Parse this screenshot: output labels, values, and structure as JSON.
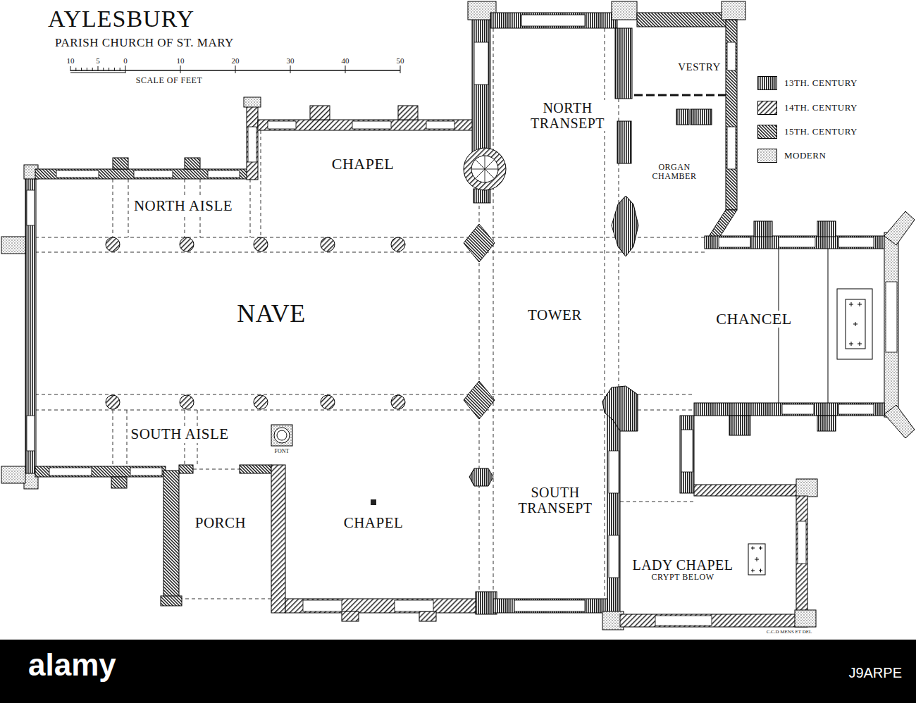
{
  "diagram": {
    "title": "AYLESBURY",
    "nodes": [
      {
        "text": [
          "VESTRY"
        ]
      },
      {
        "text": [
          "NORTH TRANSEPT"
        ]
      },
      {
        "text": [
          "CHAPEL"
        ]
      },
      {
        "text": [
          "ORGAN CHAMBER"
        ]
      },
      {
        "text": [
          "NORTH AISLE"
        ]
      },
      {
        "text": [
          "NAVE"
        ]
      },
      {
        "text": [
          "TOWER"
        ]
      },
      {
        "text": [
          "CHANCEL"
        ]
      },
      {
        "text": [
          "SOUTH AISLE"
        ]
      },
      {
        "text": [
          "SOUTH TRANSEPT"
        ]
      },
      {
        "text": [
          "PORCH"
        ]
      },
      {
        "text": [
          "CHAPEL"
        ]
      },
      {
        "text": [
          "LADY CHAPEL",
          "CRYPT BELOW"
        ]
      }
    ],
    "labels": [
      "PARISH CHURCH OF ST. MARY",
      "10",
      "5",
      "0",
      "10",
      "20",
      "30",
      "40",
      "50",
      "SCALE OF FEET",
      "FONT",
      "C.C.D MENS ET DEL",
      "alamy",
      "J9ARPE"
    ],
    "legend": [
      {
        "text": "13TH. CENTURY"
      },
      {
        "text": "14TH. CENTURY"
      },
      {
        "text": "15TH. CENTURY"
      },
      {
        "text": "MODERN"
      }
    ]
  }
}
